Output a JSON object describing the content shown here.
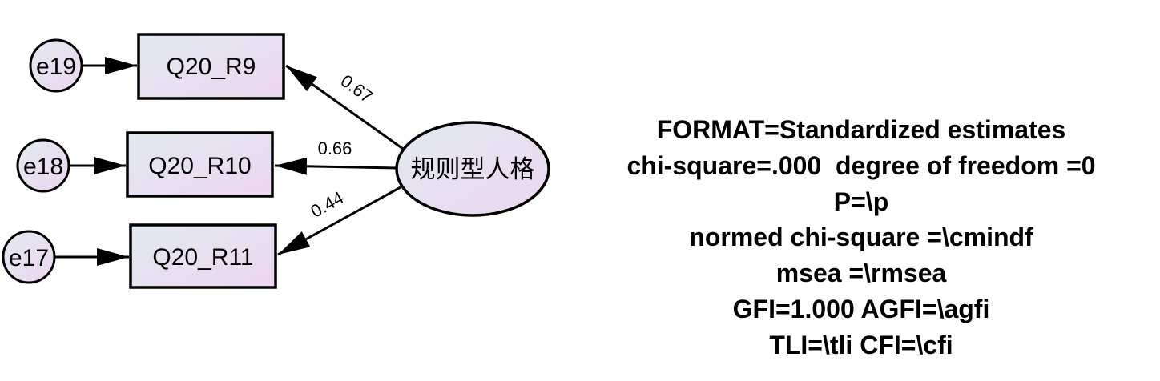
{
  "diagram": {
    "type": "SEM path diagram (AMOS)",
    "latent_variable": {
      "label": "规则型人格",
      "fill_start": "#e2eaf0",
      "fill_end": "#ecd6f0"
    },
    "observed_variables": [
      {
        "id": "q20_r9",
        "label": "Q20_R9",
        "loading": "0.67",
        "error": "e19"
      },
      {
        "id": "q20_r10",
        "label": "Q20_R10",
        "loading": "0.66",
        "error": "e18"
      },
      {
        "id": "q20_r11",
        "label": "Q20_R11",
        "loading": "0.44",
        "error": "e17"
      }
    ],
    "error_terms": [
      "e19",
      "e18",
      "e17"
    ],
    "colors": {
      "stroke": "#000000",
      "box_fill_start": "#e2eaf0",
      "box_fill_end": "#ecd6f0",
      "background": "#ffffff"
    }
  },
  "fit_summary": {
    "lines": [
      "FORMAT=Standardized estimates",
      "chi-square=.000  degree of freedom =0",
      "P=\\p",
      "normed chi-square =\\cmindf",
      "msea =\\rmsea",
      "GFI=1.000 AGFI=\\agfi",
      "TLI=\\tli CFI=\\cfi"
    ]
  }
}
